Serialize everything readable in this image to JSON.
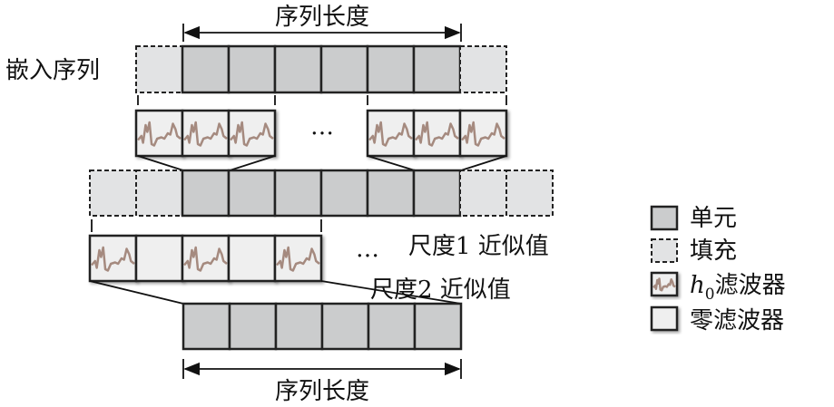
{
  "labels": {
    "seq_length_top": "序列长度",
    "seq_length_bottom": "序列长度",
    "embedding": "嵌入序列",
    "scale1": "尺度1 近似值",
    "scale2": "尺度2 近似值",
    "ellipsis": "…"
  },
  "legend": [
    {
      "type": "unit",
      "label": "单元"
    },
    {
      "type": "padding",
      "label": "填充"
    },
    {
      "type": "h0",
      "symbol": "h",
      "subscript": "0",
      "label": "滤波器"
    },
    {
      "type": "zero",
      "label": "零滤波器"
    }
  ],
  "colors": {
    "unit": "#cbcccd",
    "padding": "#e2e3e4",
    "zero": "#efefef",
    "wave": "#a58a7f",
    "stroke": "#222222"
  }
}
